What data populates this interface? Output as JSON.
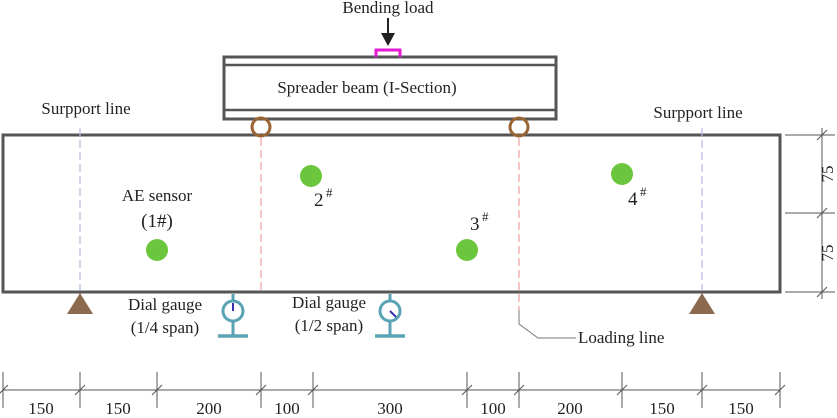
{
  "labels": {
    "bending_load": "Bending load",
    "spreader_beam": "Spreader beam (I-Section)",
    "support_line_left": "Surpport line",
    "support_line_right": "Surpport line",
    "ae_sensor_line1": "AE sensor",
    "ae_sensor_line2": "(1#)",
    "dial_gauge_left_line1": "Dial gauge",
    "dial_gauge_left_line2": "(1/4 span)",
    "dial_gauge_mid_line1": "Dial gauge",
    "dial_gauge_mid_line2": "(1/2 span)",
    "loading_line": "Loading line"
  },
  "sensors": [
    {
      "number": "2",
      "mark": "#"
    },
    {
      "number": "3",
      "mark": "#"
    },
    {
      "number": "4",
      "mark": "#"
    }
  ],
  "height_dims": [
    "75",
    "75"
  ],
  "bottom_dims": [
    "150",
    "150",
    "200",
    "100",
    "300",
    "100",
    "200",
    "150",
    "150"
  ],
  "colors": {
    "beam_stroke": "#555555",
    "sensor": "#6cc63d",
    "support": "#8b6a4f",
    "roller": "#9a6434",
    "load_plate": "#e51ad6",
    "gauge": "#5aa3b5",
    "support_line": "#b6b6e6",
    "loading_line": "#f0a0a0"
  }
}
